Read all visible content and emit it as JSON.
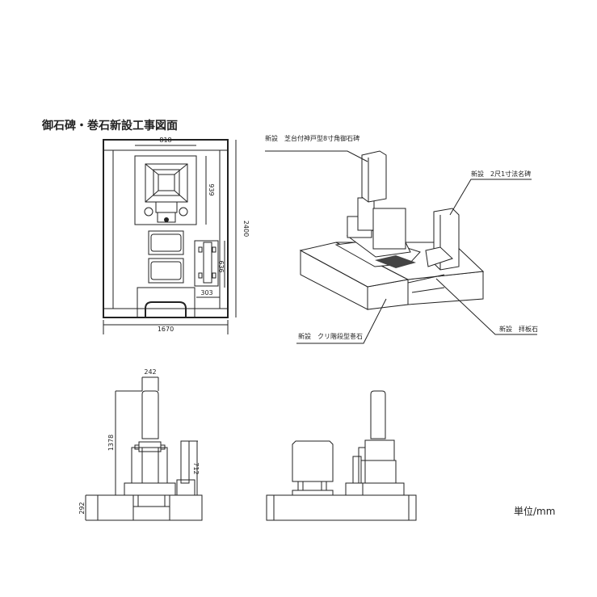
{
  "title": "御石碑・巻石新設工事図面",
  "plan_view": {
    "dims": {
      "monument_width": "818",
      "monument_depth": "939",
      "total_depth": "2400",
      "total_width": "1670",
      "nameplate_depth": "636",
      "nameplate_width": "303"
    }
  },
  "iso_view": {
    "labels": {
      "monument": "新設　芝台付神戸型8寸角御石碑",
      "nameplate": "新設　2尺1寸法名碑",
      "curb": "新設　クリ階段型巻石",
      "step_stone": "新設　拝板石"
    }
  },
  "front_view": {
    "dims": {
      "pillar_width": "242",
      "height": "1378",
      "nameplate_height": "712",
      "base_height": "292"
    }
  },
  "unit": "単位/mm"
}
